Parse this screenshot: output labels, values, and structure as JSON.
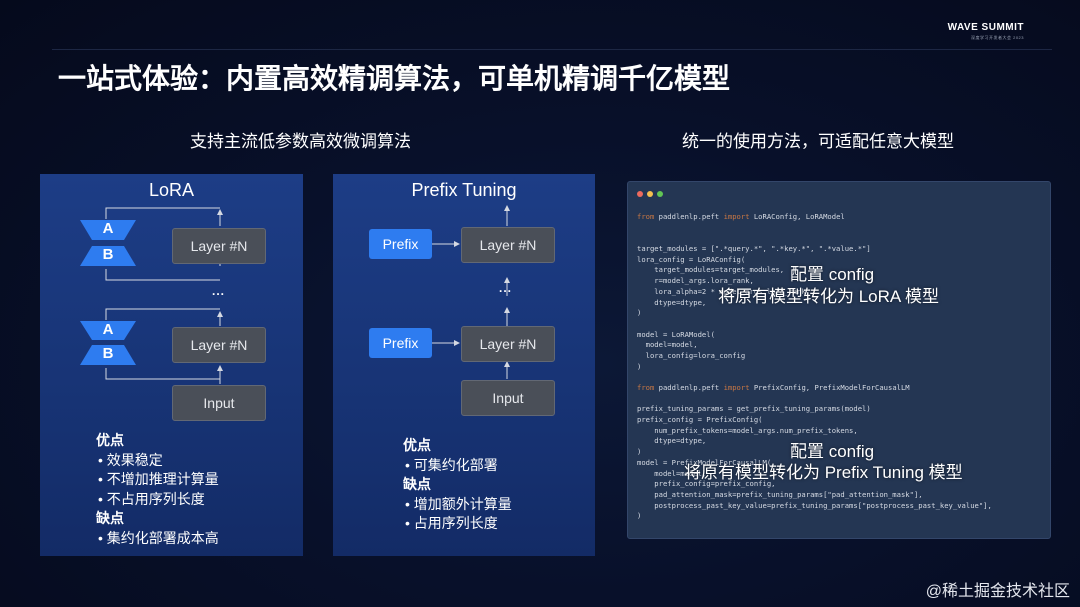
{
  "brand": {
    "name": "WAVE SUMMIT",
    "sub": "深度学习开发者大会 2023"
  },
  "title": "一站式体验：内置高效精调算法，可单机精调千亿模型",
  "subhead_left": "支持主流低参数高效微调算法",
  "subhead_right": "统一的使用方法，可适配任意大模型",
  "lora": {
    "title": "LoRA",
    "a_label": "A",
    "b_label": "B",
    "layer_top": "Layer #N",
    "layer_bottom": "Layer #N",
    "dots": "...",
    "input": "Input",
    "pros_title": "优点",
    "pros": [
      "• 效果稳定",
      "• 不增加推理计算量",
      "• 不占用序列长度"
    ],
    "cons_title": "缺点",
    "cons": [
      "• 集约化部署成本高"
    ]
  },
  "prefix": {
    "title": "Prefix Tuning",
    "prefix_label": "Prefix",
    "layer_top": "Layer #N",
    "layer_bottom": "Layer #N",
    "dots": "...",
    "input": "Input",
    "pros_title": "优点",
    "pros": [
      "• 可集约化部署"
    ],
    "cons_title": "缺点",
    "cons": [
      "• 增加额外计算量",
      "• 占用序列长度"
    ]
  },
  "code": {
    "traffic_colors": [
      "#ed6a5e",
      "#f5bf4f",
      "#61c554"
    ],
    "lines": [
      {
        "kw1": "from",
        "a": " paddlenlp.peft ",
        "kw2": "import",
        "b": " LoRAConfig, LoRAModel"
      },
      {
        "a": ""
      },
      {
        "a": ""
      },
      {
        "a": "target_modules = [\".*query.*\", \".*key.*\", \".*value.*\"]"
      },
      {
        "a": "lora_config = LoRAConfig("
      },
      {
        "a": "    target_modules=target_modules,"
      },
      {
        "a": "    r=model_args.lora_rank,"
      },
      {
        "a": "    lora_alpha=2 * model_args.lora_rank,"
      },
      {
        "a": "    dtype=dtype,"
      },
      {
        "a": ")"
      },
      {
        "a": ""
      },
      {
        "a": "model = LoRAModel("
      },
      {
        "a": "  model=model,"
      },
      {
        "a": "  lora_config=lora_config"
      },
      {
        "a": ")"
      },
      {
        "a": ""
      },
      {
        "kw1": "from",
        "a": " paddlenlp.peft ",
        "kw2": "import",
        "b": " PrefixConfig, PrefixModelForCausalLM"
      },
      {
        "a": ""
      },
      {
        "a": "prefix_tuning_params = get_prefix_tuning_params(model)"
      },
      {
        "a": "prefix_config = PrefixConfig("
      },
      {
        "a": "    num_prefix_tokens=model_args.num_prefix_tokens,"
      },
      {
        "a": "    dtype=dtype,"
      },
      {
        "a": ")"
      },
      {
        "a": "model = PrefixModelForCausalLM("
      },
      {
        "a": "    model=model,"
      },
      {
        "a": "    prefix_config=prefix_config,"
      },
      {
        "a": "    pad_attention_mask=prefix_tuning_params[\"pad_attention_mask\"],"
      },
      {
        "a": "    postprocess_past_key_value=prefix_tuning_params[\"postprocess_past_key_value\"],"
      },
      {
        "a": ")"
      }
    ],
    "overlay1_l1": "配置 config",
    "overlay1_l2": "将原有模型转化为 LoRA 模型",
    "overlay2_l1": "配置 config",
    "overlay2_l2": "将原有模型转化为 Prefix Tuning 模型"
  },
  "watermark": "@稀土掘金技术社区"
}
